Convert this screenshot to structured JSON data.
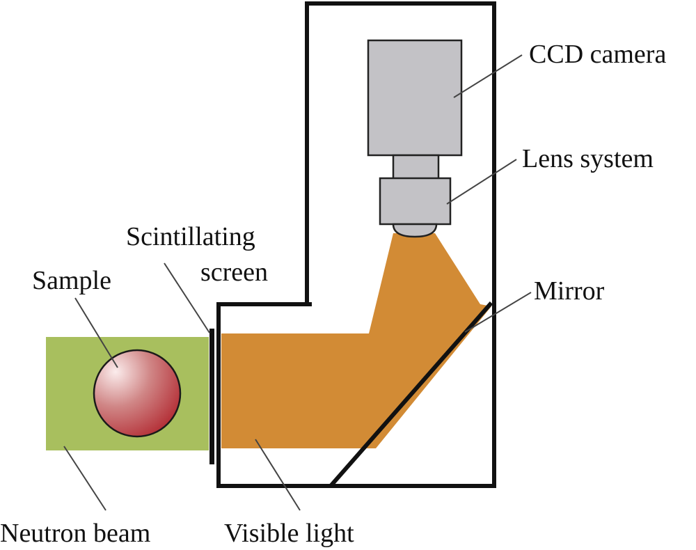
{
  "title": "Neutron radiography imaging setup",
  "labels": {
    "ccd_camera": "CCD camera",
    "lens_system": "Lens system",
    "scintillating_screen_line1": "Scintillating",
    "scintillating_screen_line2": "screen",
    "sample": "Sample",
    "mirror": "Mirror",
    "neutron_beam": "Neutron beam",
    "visible_light": "Visible light"
  },
  "colors": {
    "neutron_beam": "#a8bf5e",
    "visible_light": "#d28b35",
    "camera_body": "#c3c2c6",
    "sample_light": "#fbecec",
    "sample_dark": "#b1262e",
    "outline": "#111111"
  }
}
